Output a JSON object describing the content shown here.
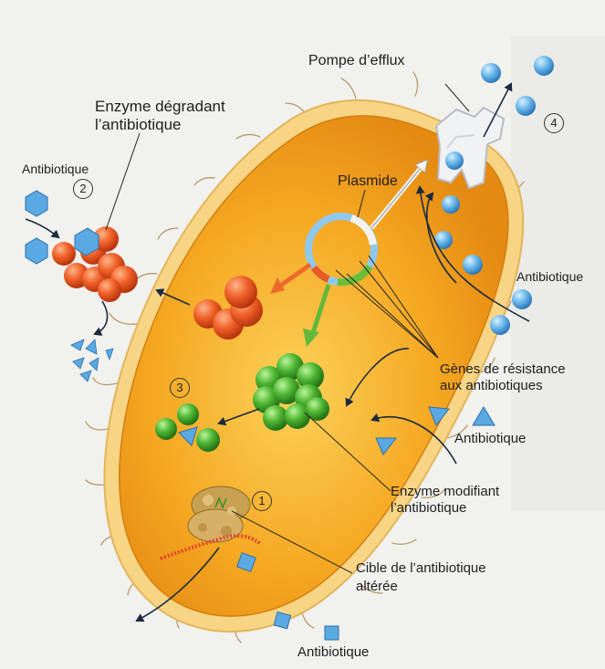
{
  "labels": {
    "efflux_pump": "Pompe d’efflux",
    "degrading_enzyme_line1": "Enzyme dégradant",
    "degrading_enzyme_line2": "l’antibiotique",
    "plasmid": "Plasmide",
    "antibiotic_top_left": "Antibiotique",
    "antibiotic_right": "Antibiotique",
    "antibiotic_mid_right": "Antibiotique",
    "antibiotic_bottom": "Antibiotique",
    "resistance_genes_line1": "Gènes de résistance",
    "resistance_genes_line2": "aux antibiotiques",
    "modifying_enzyme_line1": "Enzyme modifiant",
    "modifying_enzyme_line2": "l’antibiotique",
    "altered_target_line1": "Cible de l’antibiotique",
    "altered_target_line2": "altérée"
  },
  "markers": {
    "m1": "1",
    "m2": "2",
    "m3": "3",
    "m4": "4"
  },
  "colors": {
    "cytoplasm": "#f3a51a",
    "membrane": "#f6d27c",
    "antibiotic": "#5aa9e3",
    "degrading_enzyme": "#e6541c",
    "modifying_enzyme": "#45a52b",
    "arrow": "#1b2a40"
  }
}
